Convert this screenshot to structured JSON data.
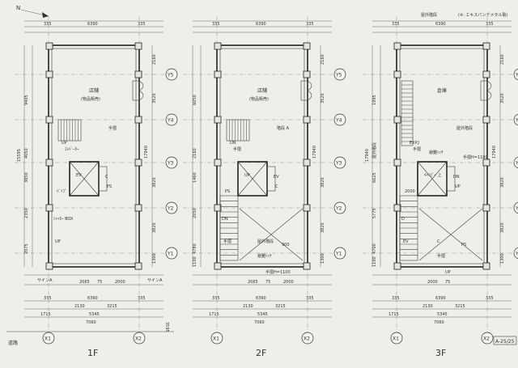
{
  "north_mark": "N",
  "floors": [
    {
      "id": "1F",
      "title": "1F",
      "top_dims": [
        "335",
        "6390",
        "335"
      ],
      "left_dims": [
        "9405",
        "4050",
        "3850",
        "2350",
        "2075"
      ],
      "left_total": "15595",
      "bottom_dims": {
        "row1": [
          "2065",
          "75",
          "2000"
        ],
        "row2": [
          "335",
          "6390",
          "335"
        ],
        "row3": [
          "2130",
          "3215"
        ],
        "row4": [
          "1715",
          "5345"
        ],
        "total": "7060"
      },
      "right_dims": [
        "2160",
        "3520",
        "17940",
        "3820",
        "3820",
        "1300"
      ],
      "room_labels": [
        "店舗",
        "(物品販売)"
      ],
      "text_labels": [
        "手摺",
        "UP",
        "ｴﾚﾍﾞｰﾀｰ",
        "EV",
        "C",
        "PS",
        "ﾊﾟｲﾌﾟ",
        "ｼｬｯﾀｰ BOX",
        "UP"
      ],
      "sign_left": "サインA",
      "sign_right": "サインA",
      "road": "道路",
      "road_dim": "3595"
    },
    {
      "id": "2F",
      "title": "2F",
      "top_dims": [
        "335",
        "6390",
        "335"
      ],
      "left_dims": [
        "6050",
        "2160",
        "1460",
        "2050",
        "4780",
        "1100"
      ],
      "left_total": "",
      "bottom_dims": {
        "row1": [
          "2065",
          "75",
          "2000"
        ],
        "row2": [
          "335",
          "6390",
          "335"
        ],
        "row3": [
          "2130",
          "3215"
        ],
        "row4": [
          "1715",
          "5345"
        ],
        "total": "7060"
      },
      "right_dims": [
        "2160",
        "3520",
        "17940",
        "3820",
        "3820",
        "1300"
      ],
      "room_labels": [
        "店舗",
        "(物品販売)"
      ],
      "text_labels": [
        "階段 A",
        "DN",
        "手摺",
        "UP",
        "EV",
        "C",
        "PS",
        "DN",
        "手摺",
        "屋外階段",
        "900",
        "避難ﾊｯﾁ",
        "手摺H=1100"
      ],
      "sign_left": "",
      "sign_right": "",
      "road": "",
      "road_dim": ""
    },
    {
      "id": "3F",
      "title": "3F",
      "top_dims": [
        "335",
        "6390",
        "335"
      ],
      "left_dims": [
        "1995",
        "屋外階段",
        "6625",
        "5775",
        "4700",
        "1100"
      ],
      "left_total": "17940",
      "bottom_dims": {
        "row1": [
          "2000",
          "75"
        ],
        "row2": [
          "335",
          "6390",
          "335"
        ],
        "row3": [
          "2130",
          "3215"
        ],
        "row4": [
          "1715",
          "5345"
        ],
        "total": "7060"
      },
      "right_dims": [
        "2160",
        "3520",
        "17940",
        "3820",
        "3820",
        "1300"
      ],
      "room_labels": [
        "倉庫",
        ""
      ],
      "text_labels": [
        "屋外階段",
        "EXP.J",
        "手摺",
        "ｷｬﾉﾋﾟｰ 上",
        "DN",
        "UP",
        "2000",
        "D",
        "EV",
        "C",
        "PS",
        "手摺",
        "UP",
        "避難ﾊｯﾁ",
        "手摺H=1100"
      ],
      "header_note_left": "屋外階段",
      "header_note_right": "(※: エキスパンデメタル製)",
      "sign_left": "",
      "sign_right": "",
      "road": "",
      "road_dim": ""
    }
  ],
  "axis_y": [
    "Y5",
    "Y4",
    "Y3",
    "Y2",
    "Y1"
  ],
  "axis_x": [
    "X1",
    "X2"
  ],
  "sheet_no": "A-25/25"
}
